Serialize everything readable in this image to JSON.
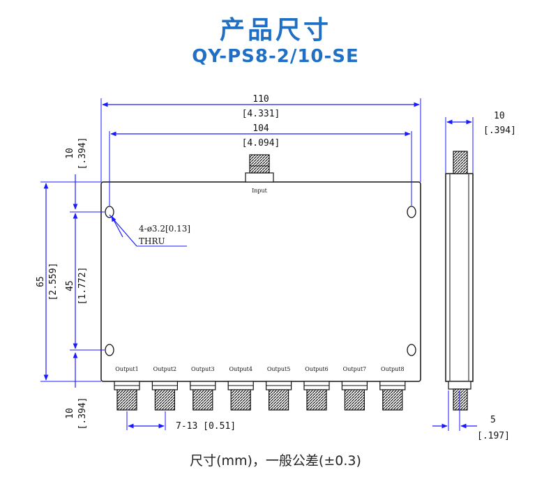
{
  "header": {
    "title": "产品尺寸",
    "model": "QY-PS8-2/10-SE"
  },
  "dimensions": {
    "overall_length": "110",
    "overall_length_in": "[4.331]",
    "hole_spacing_length": "104",
    "hole_spacing_length_in": "[4.094]",
    "top_connector": "10",
    "top_connector_in": "[.394]",
    "height": "65",
    "height_in": "[2.559]",
    "hole_spacing_height": "45",
    "hole_spacing_height_in": "[1.772]",
    "bottom_connector": "10",
    "bottom_connector_in": "[.394]",
    "thickness": "10",
    "thickness_in": "[.394]",
    "side_offset": "5",
    "side_offset_in": "[.197]",
    "port_pitch": "7-13 [0.51]",
    "hole_note_line1": "4-ø3.2[0.13]",
    "hole_note_line2": "THRU"
  },
  "ports": {
    "input": "Input",
    "outputs": [
      "Output1",
      "Output2",
      "Output3",
      "Output4",
      "Output5",
      "Output6",
      "Output7",
      "Output8"
    ]
  },
  "footer": {
    "caption": "尺寸(mm)，一般公差(±0.3)"
  },
  "colors": {
    "title": "#1f6fc5",
    "dimension_line": "#1a1aff",
    "outline": "#111111"
  }
}
